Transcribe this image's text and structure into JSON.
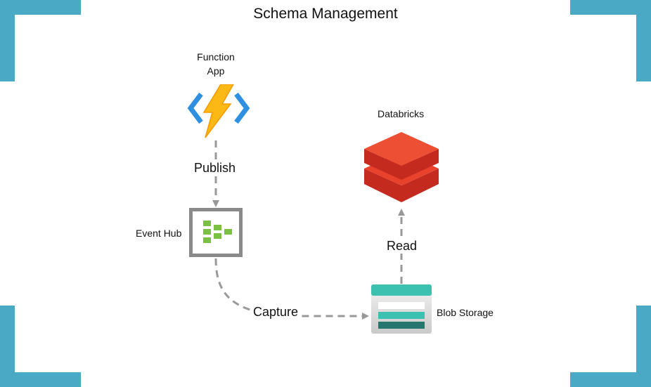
{
  "title": "Schema Management",
  "nodes": {
    "function_app": {
      "line1": "Function",
      "line2": "App",
      "icon": "function-app-lightning-icon"
    },
    "event_hub": {
      "label": "Event Hub",
      "icon": "event-hub-icon"
    },
    "databricks": {
      "label": "Databricks",
      "icon": "databricks-layers-icon"
    },
    "blob_storage": {
      "label": "Blob Storage",
      "icon": "blob-storage-icon"
    }
  },
  "edges": {
    "publish": "Publish",
    "capture": "Capture",
    "read": "Read"
  },
  "colors": {
    "frame": "#4aaac6",
    "connector": "#999999",
    "databricks": "#e8412c",
    "event_hub_green": "#7ac143",
    "blob_teal": "#3cc1b0"
  }
}
